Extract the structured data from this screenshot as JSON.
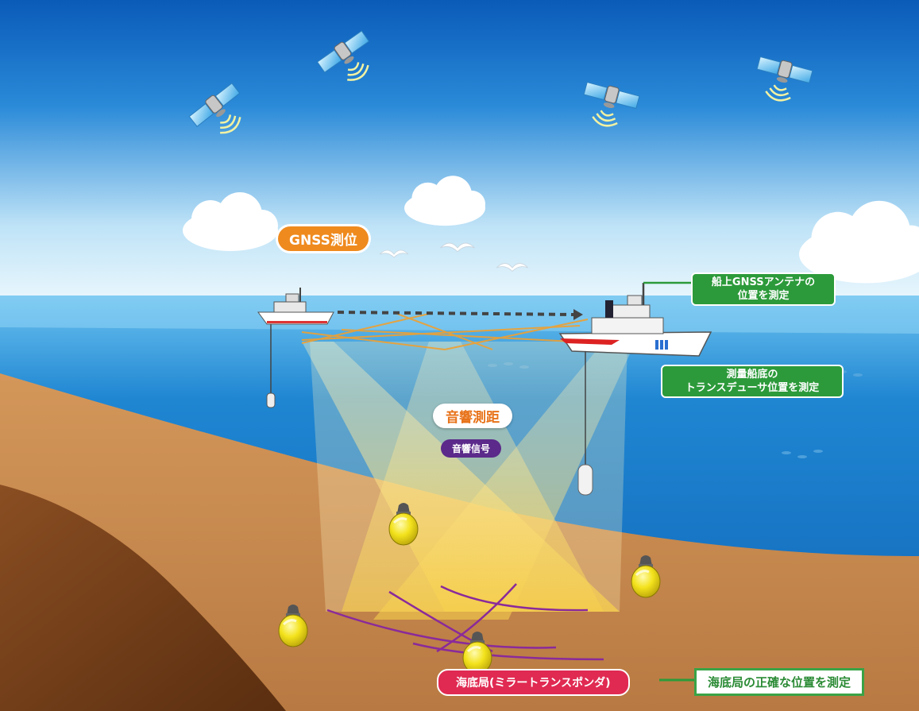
{
  "diagram": {
    "labels": {
      "gnss": "GNSS測位",
      "acoustic_ranging": "音響測距",
      "acoustic_signal": "音響信号",
      "ship_antenna_line1": "船上GNSSアンテナの",
      "ship_antenna_line2": "位置を測定",
      "transducer_line1": "測量船底の",
      "transducer_line2": "トランスデューサ位置を測定",
      "seafloor_station": "海底局(ミラートランスポンダ)",
      "seafloor_position": "海底局の正確な位置を測定"
    },
    "icons": [
      "satellite-icon",
      "survey-ship-icon",
      "transducer-icon",
      "seafloor-transponder-icon",
      "cloud-icon",
      "seagull-icon"
    ],
    "colors": {
      "gnss_label": "#ef8a1e",
      "acoustic_signal_label": "#5b2a8a",
      "measurement_label": "#2c9a3a",
      "seafloor_label": "#e02a52",
      "transponder": "#f5e41e",
      "sound_beams": "#f7d35a",
      "seabed": "#c9874a",
      "sea": "#1a7fd0"
    }
  }
}
